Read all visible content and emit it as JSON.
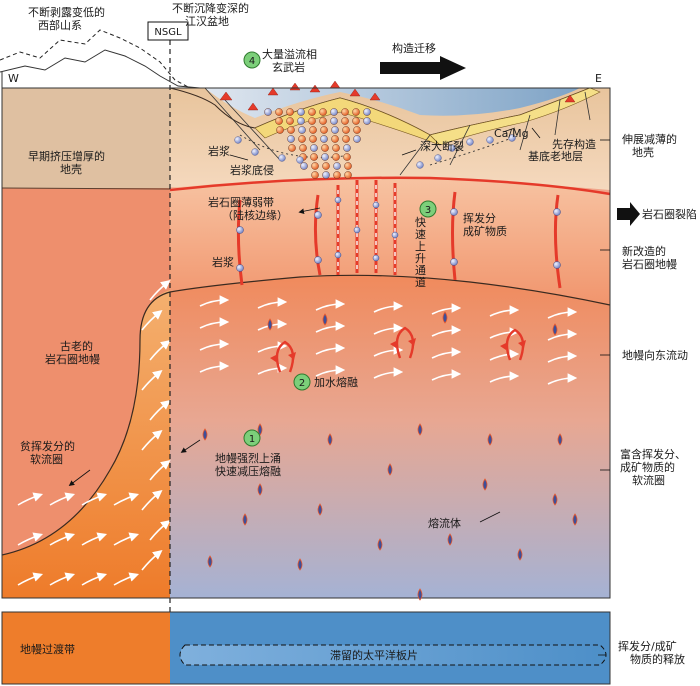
{
  "top": {
    "west_mountains": "不断剥露变低的\n西部山系",
    "basin": "不断沉降变深的\n江汉盆地",
    "nsgl": "NSGL",
    "west": "W",
    "east": "E",
    "migration": "构造迁移",
    "basalt_num": "4",
    "basalt": "大量溢流相\n玄武岩"
  },
  "left": {
    "crust": "早期挤压增厚的\n地壳",
    "old_mantle": "古老的\n岩石圈地幔",
    "asthenosphere": "贫挥发分的\n软流圈",
    "transition": "地幔过渡带"
  },
  "center": {
    "magma1": "岩浆",
    "underplating": "岩浆底侵",
    "weak_zone": "岩石圈薄弱带\n（陆核边缘）",
    "magma2": "岩浆",
    "fast_channel_num": "3",
    "fast_channel": "快\n速\n上\n升\n通\n道",
    "volatile_rich": "挥发分\n成矿物质",
    "deep_fault": "深大断裂",
    "camg": "Ca/Mg",
    "old_basement": "基底老地层",
    "preexisting": "先存构造",
    "melting_num": "2",
    "melting": "加水熔融",
    "upwelling_num": "1",
    "upwelling": "地幔强烈上涌\n快速减压熔融",
    "melt": "熔流体",
    "slab": "滞留的太平洋板片"
  },
  "right": {
    "thinned_crust": "伸展减薄的\n地壳",
    "rifting": "岩石圈裂陷",
    "new_mantle": "新改造的\n岩石圈地幔",
    "eastward_flow": "地幔向东流动",
    "rich_asthenosphere": "富含挥发分、\n成矿物质的\n软流圈",
    "release": "挥发分/成矿\n物质的释放"
  },
  "colors": {
    "crust": "#e6c9a4",
    "mantle_old": "#ef8f6a",
    "mantle_new": "#f3a580",
    "asthenosphere_top": "#ef8c5e",
    "asthenosphere_bottom": "#a6b1d1",
    "slab": "#5d9bd0",
    "transition": "#ee7d2b",
    "red": "#e53a2a"
  }
}
